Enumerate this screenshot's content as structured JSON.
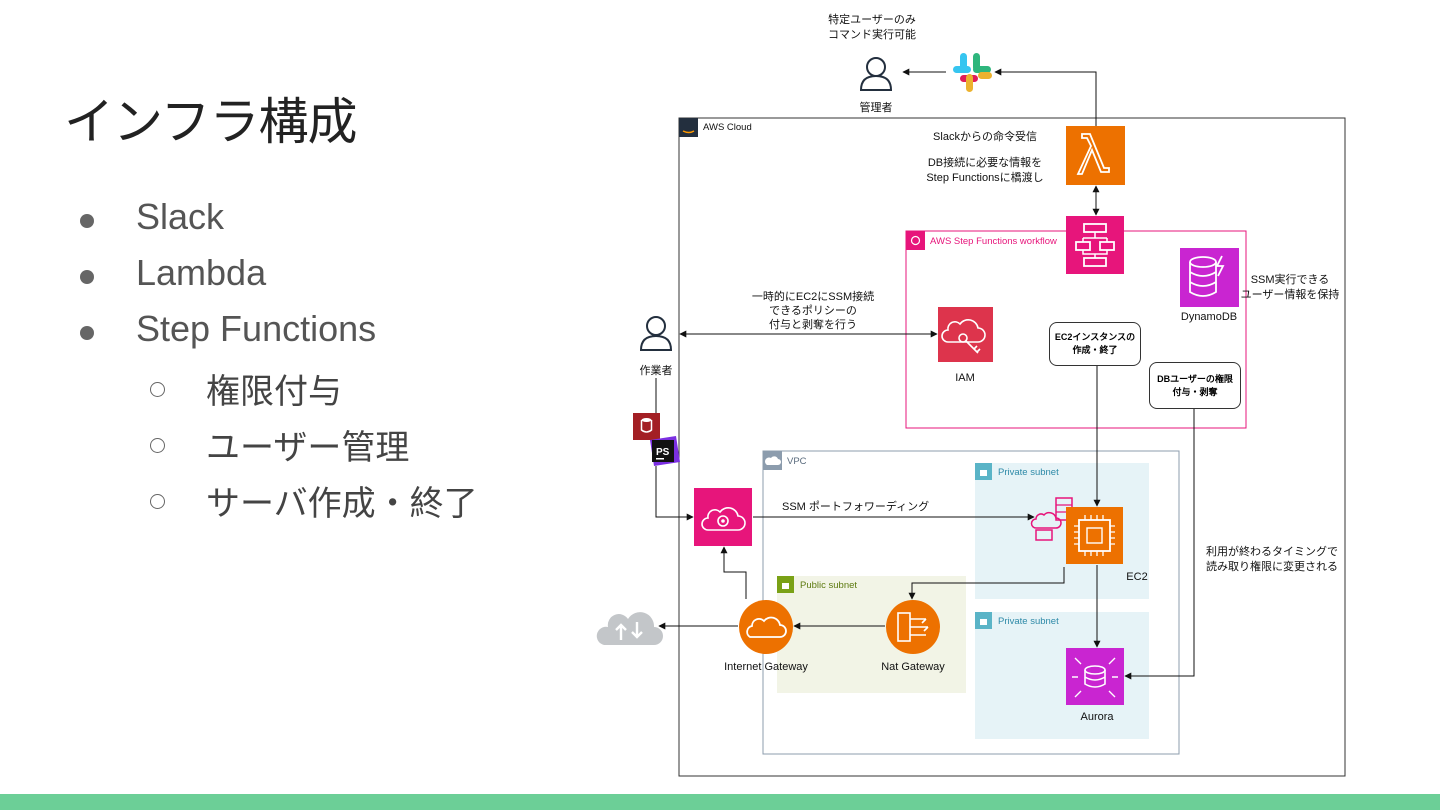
{
  "slide": {
    "title": "インフラ構成",
    "bullets": [
      "Slack",
      "Lambda",
      "Step Functions"
    ],
    "sub_bullets": [
      "権限付与",
      "ユーザー管理",
      "サーバ作成・終了"
    ]
  },
  "diagram": {
    "admin_note_line1": "特定ユーザーのみ",
    "admin_note_line2": "コマンド実行可能",
    "admin_label": "管理者",
    "worker_label": "作業者",
    "aws_cloud_label": "AWS Cloud",
    "lambda_note_1": "Slackからの命令受信",
    "lambda_note_2": "DB接続に必要な情報を",
    "lambda_note_3": "Step Functionsに橋渡し",
    "stepfn_workflow_label": "AWS Step Functions workflow",
    "dynamodb_label": "DynamoDB",
    "dynamodb_note_1": "SSM実行できる",
    "dynamodb_note_2": "ユーザー情報を保持",
    "iam_label": "IAM",
    "iam_note_1": "一時的にEC2にSSM接続",
    "iam_note_2": "できるポリシーの",
    "iam_note_3": "付与と剥奪を行う",
    "ec2_box_1": "EC2インスタンスの",
    "ec2_box_2": "作成・終了",
    "db_box_1": "DBユーザーの権限",
    "db_box_2": "付与・剥奪",
    "vpc_label": "VPC",
    "private_subnet_1": "Private subnet",
    "private_subnet_2": "Private subnet",
    "public_subnet": "Public subnet",
    "ssm_label": "SSM ポートフォワーディング",
    "ec2_label": "EC2",
    "aurora_label": "Aurora",
    "aurora_note_1": "利用が終わるタイミングで",
    "aurora_note_2": "読み取り権限に変更される",
    "igw_label": "Internet Gateway",
    "nat_label": "Nat Gateway",
    "ps_label": "PS"
  },
  "colors": {
    "lambda": "#ed7100",
    "stepfn": "#e7157b",
    "dynamodb": "#c925d1",
    "iam": "#dd344c",
    "ec2": "#ed7100",
    "aurora": "#c925d1",
    "igw": "#ed7100",
    "ssm": "#e7157b",
    "subnet_private": "#e6f3f7",
    "subnet_public": "#f2f4e6",
    "footer": "#6ccf97"
  }
}
